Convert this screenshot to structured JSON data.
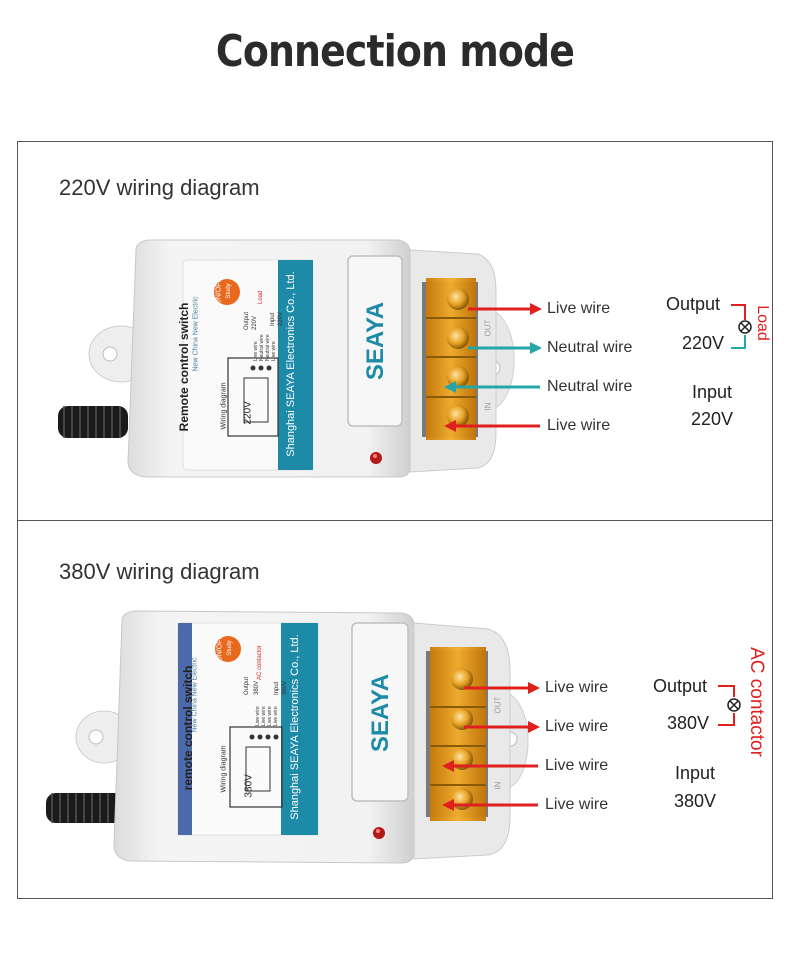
{
  "page": {
    "title": "Connection mode"
  },
  "colors": {
    "red": "#e0201e",
    "teal": "#25a7a7",
    "brand": "#1d8aa8",
    "terminal": "#e39a16"
  },
  "diagrams": [
    {
      "title": "220V wiring diagram",
      "device": {
        "brand": "SEAYA",
        "name": "Remote control switch",
        "company": "Shanghai SEAYA Electronics Co., Ltd.",
        "slogan": "New China New Electric",
        "button_line1": "ON/OFF",
        "button_line2": "Study",
        "wiring_label": "Wiring diagram",
        "voltage": "220V",
        "load_label": "Load",
        "output_label": "Output",
        "input_label": "Input",
        "small_v1": "220V",
        "small_v2": "220V",
        "wire_labels": [
          "Live wire",
          "Neutral wire",
          "Neutral wire",
          "Live wire"
        ],
        "terminal_out": "OUT",
        "terminal_in": "IN"
      },
      "wires": [
        {
          "label": "Live wire",
          "color": "#e0201e",
          "direction": "out"
        },
        {
          "label": "Neutral wire",
          "color": "#25a7a7",
          "direction": "out"
        },
        {
          "label": "Neutral wire",
          "color": "#25a7a7",
          "direction": "in"
        },
        {
          "label": "Live wire",
          "color": "#e0201e",
          "direction": "in"
        }
      ],
      "output": {
        "label": "Output",
        "voltage": "220V",
        "load": "Load"
      },
      "input": {
        "label": "Input",
        "voltage": "220V"
      }
    },
    {
      "title": "380V wiring diagram",
      "device": {
        "brand": "SEAYA",
        "name": "remote control switch",
        "company": "Shanghai SEAYA Electronics Co., Ltd.",
        "slogan": "New China New Electric",
        "button_line1": "ON/OFF",
        "button_line2": "Study",
        "wiring_label": "Wiring diagram",
        "voltage": "380V",
        "load_label": "AC contactor",
        "output_label": "Output",
        "input_label": "Input",
        "small_v1": "380V",
        "small_v2": "380V",
        "wire_labels": [
          "Live wire",
          "Live wire",
          "Live wire",
          "Live wire"
        ],
        "terminal_out": "OUT",
        "terminal_in": "IN"
      },
      "wires": [
        {
          "label": "Live wire",
          "color": "#e0201e",
          "direction": "out"
        },
        {
          "label": "Live wire",
          "color": "#e0201e",
          "direction": "out"
        },
        {
          "label": "Live wire",
          "color": "#e0201e",
          "direction": "in"
        },
        {
          "label": "Live wire",
          "color": "#e0201e",
          "direction": "in"
        }
      ],
      "output": {
        "label": "Output",
        "voltage": "380V",
        "contactor": "AC contactor"
      },
      "input": {
        "label": "Input",
        "voltage": "380V"
      }
    }
  ]
}
